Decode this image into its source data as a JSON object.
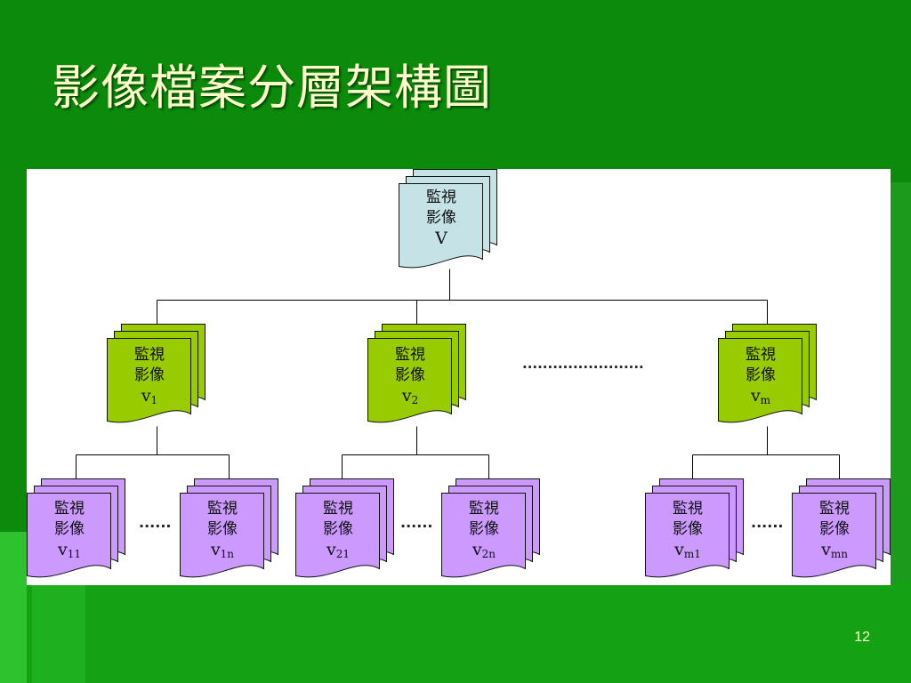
{
  "slide": {
    "title": "影像檔案分層架構圖",
    "page_number": "12"
  },
  "colors": {
    "background": "#0b8a0b",
    "title_text": "#ffffcc",
    "root_fill": "#c5e2e6",
    "level1_fill": "#99cc00",
    "level2_fill": "#cc99ff",
    "connector": "#000000"
  },
  "diagram": {
    "node_label_line1": "監視",
    "node_label_line2": "影像",
    "root": {
      "var": "V",
      "sub": ""
    },
    "level1": [
      {
        "var": "v",
        "sub": "1"
      },
      {
        "var": "v",
        "sub": "2"
      },
      {
        "var": "v",
        "sub": "m"
      }
    ],
    "level2": [
      {
        "var": "v",
        "sub": "11"
      },
      {
        "var": "v",
        "sub": "1n"
      },
      {
        "var": "v",
        "sub": "21"
      },
      {
        "var": "v",
        "sub": "2n"
      },
      {
        "var": "v",
        "sub": "m1"
      },
      {
        "var": "v",
        "sub": "mn"
      }
    ],
    "ellipsis_level1": "........................",
    "ellipsis_level2": "......"
  }
}
